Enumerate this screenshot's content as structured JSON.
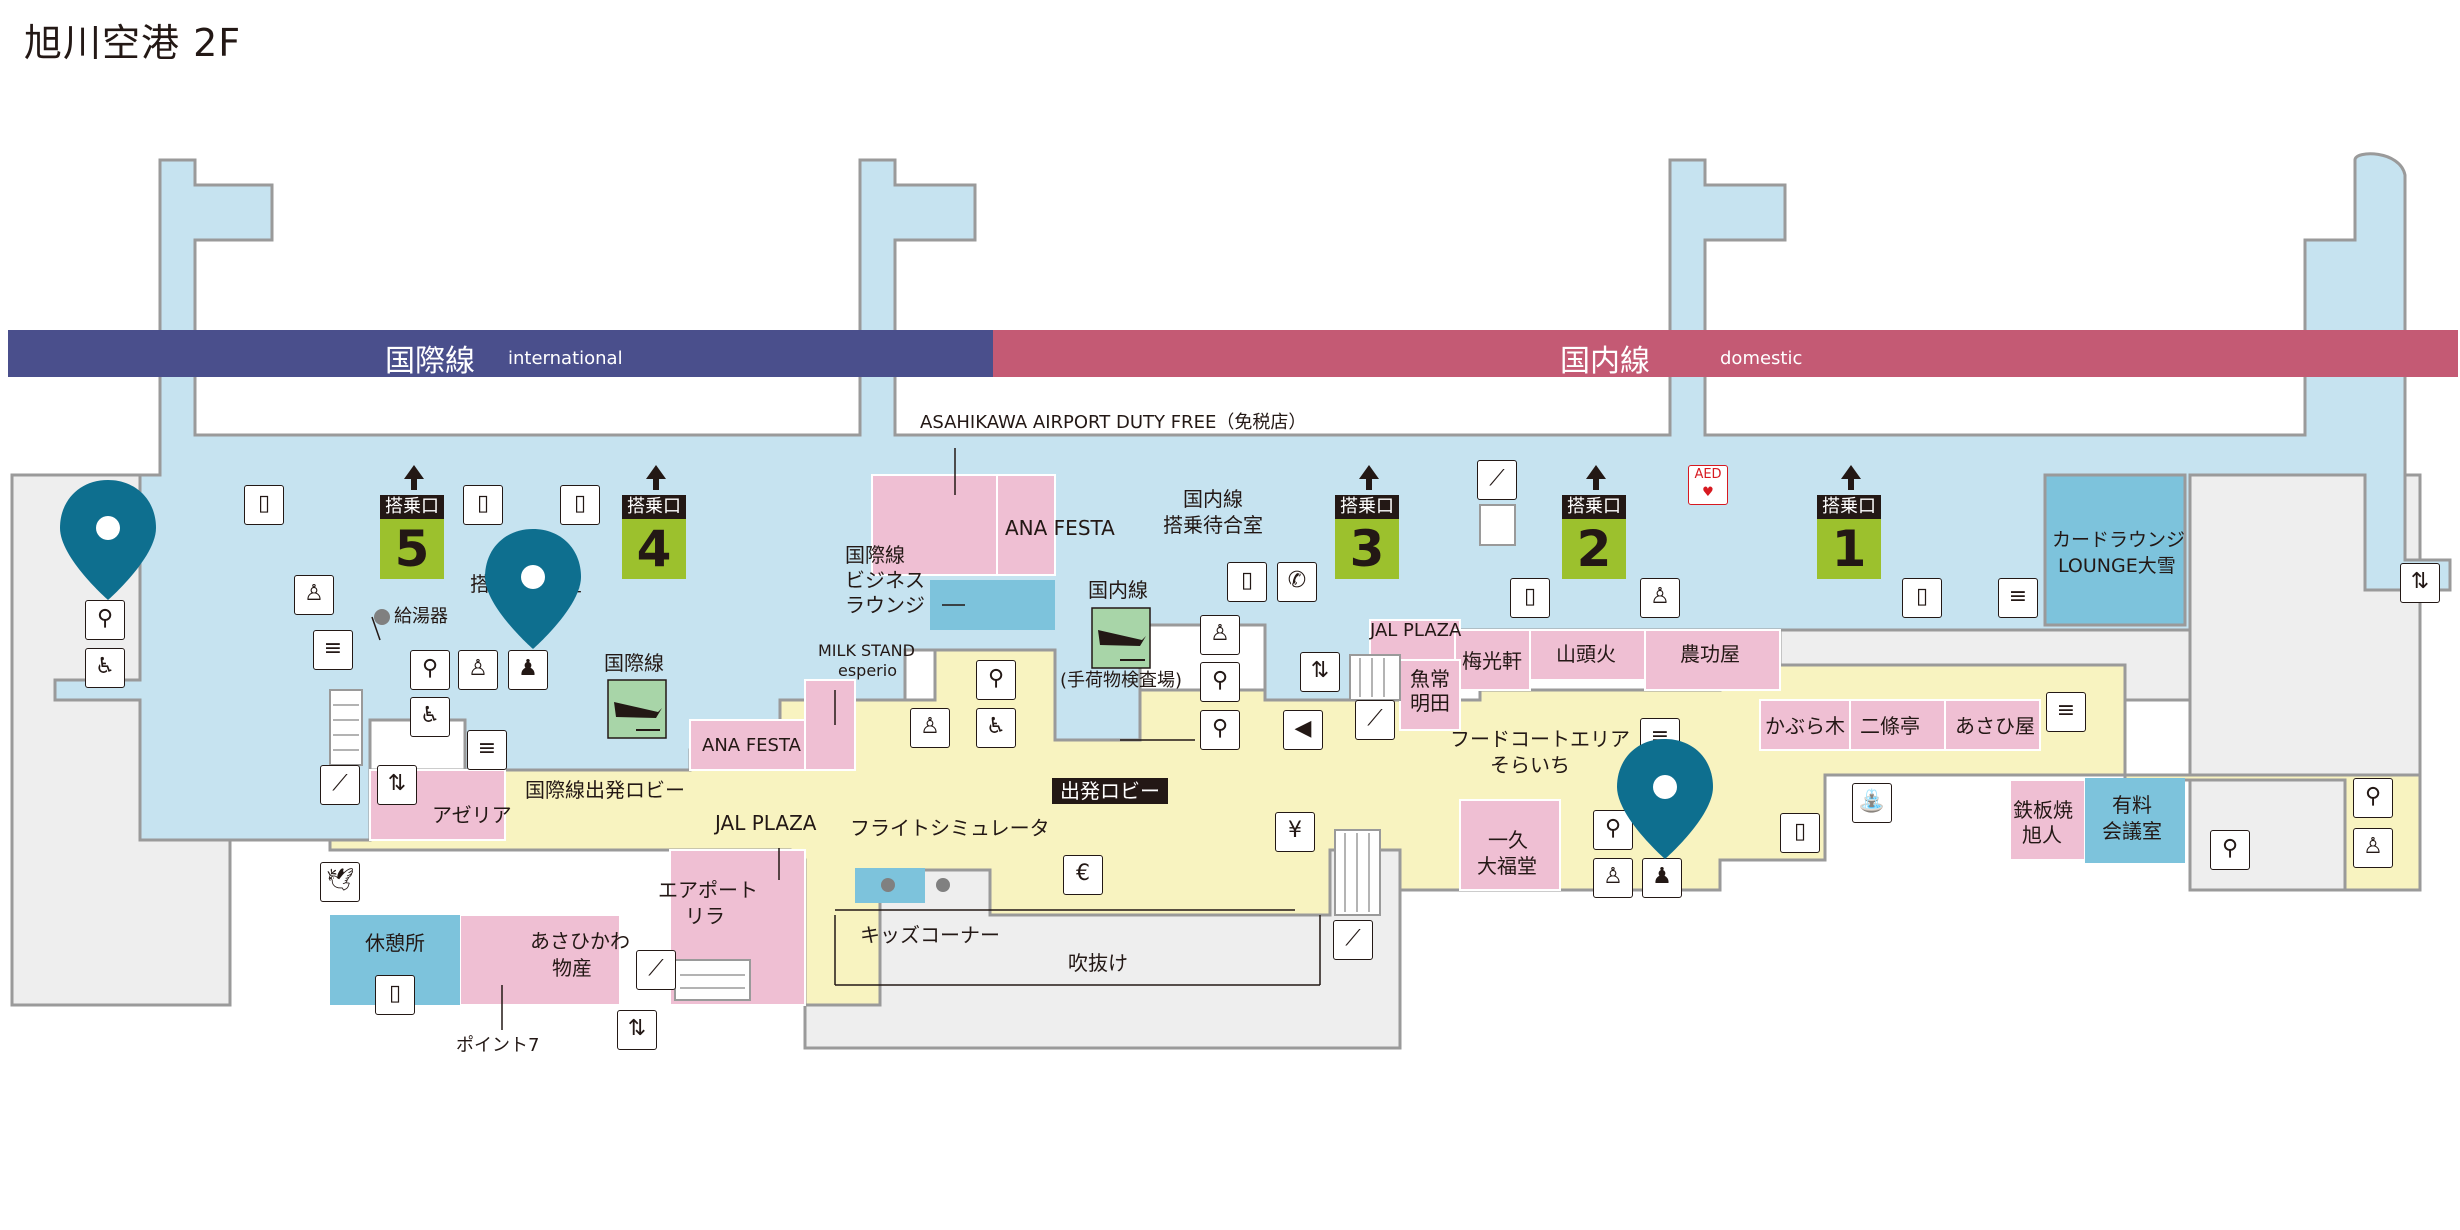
{
  "title": "旭川空港 2F",
  "banner": {
    "international": {
      "ja": "国際線",
      "en": "international"
    },
    "domestic": {
      "ja": "国内線",
      "en": "domestic"
    }
  },
  "gates": [
    {
      "caption": "搭乗口",
      "number": "5"
    },
    {
      "caption": "搭乗口",
      "number": "4"
    },
    {
      "caption": "搭乗口",
      "number": "3"
    },
    {
      "caption": "搭乗口",
      "number": "2"
    },
    {
      "caption": "搭乗口",
      "number": "1"
    }
  ],
  "labels": {
    "duty_free": "ASAHIKAWA AIRPORT DUTY FREE（免税店）",
    "ana_festa_top": "ANA FESTA",
    "domestic_waiting_1": "国内線",
    "domestic_waiting_2": "搭乗待合室",
    "intl_business_1": "国際線",
    "intl_business_2": "ビジネス",
    "intl_business_3": "ラウンジ",
    "domestic_baggage_1": "国内線",
    "domestic_baggage_2": "(手荷物検査場)",
    "intl_baggage": "国際線",
    "milk_stand_1": "MILK STAND",
    "milk_stand_2": "esperio",
    "ana_festa_bottom": "ANA FESTA",
    "intl_lobby": "国際線出発ロビー",
    "azalea": "アゼリア",
    "jal_plaza_bottom": "JAL PLAZA",
    "flight_sim": "フライトシミュレータ",
    "departure_lobby": "出発ロビー",
    "airport_lyra_1": "エアポート",
    "airport_lyra_2": "リラ",
    "kids_corner": "キッズコーナー",
    "fukinuke": "吹抜け",
    "rest_area": "休憩所",
    "asahikawa_bussan_1": "あさひかわ",
    "asahikawa_bussan_2": "物産",
    "point7": "ポイント7",
    "hot_water": "給湯器",
    "intl_waiting_partial": "搭",
    "intl_waiting_partial2": "室",
    "jal_plaza_top": "JAL PLAZA",
    "baikouken": "梅光軒",
    "santouka": "山頭火",
    "noukouya": "農功屋",
    "uotsune_1": "魚常",
    "uotsune_2": "明田",
    "food_court_1": "フードコートエリア",
    "food_court_2": "そらいち",
    "kaburagi": "かぶら木",
    "nijoutei": "二條亭",
    "asahiya": "あさひ屋",
    "ikkyu_1": "一久",
    "ikkyu_2": "大福堂",
    "teppanyaki_1": "鉄板焼",
    "teppanyaki_2": "旭人",
    "meeting_1": "有料",
    "meeting_2": "会議室",
    "card_lounge_1": "カードラウンジ",
    "card_lounge_2": "LOUNGE大雪",
    "aed": "AED"
  },
  "colors": {
    "international_banner": "#4a4f8c",
    "domestic_banner": "#c45a74",
    "concourse": "#c6e3f0",
    "shop": "#efbfd3",
    "lounge": "#7dc3dc",
    "lobby": "#f8f3c0",
    "landside": "#eeeeee",
    "gate_green": "#9cc12d",
    "pin": "#0e6f8f",
    "baggage_green": "#a8d5a8"
  },
  "icons": [
    "phone-charge-icon",
    "restroom-icon",
    "accessible-restroom-icon",
    "nursing-room-icon",
    "baby-care-icon",
    "elevator-icon",
    "escalator-icon",
    "smoking-room-icon",
    "telephone-icon",
    "speaker-icon",
    "prayer-room-icon",
    "water-fountain-icon",
    "atm-icon",
    "currency-exchange-icon",
    "aed-icon",
    "location-pin-icon"
  ]
}
